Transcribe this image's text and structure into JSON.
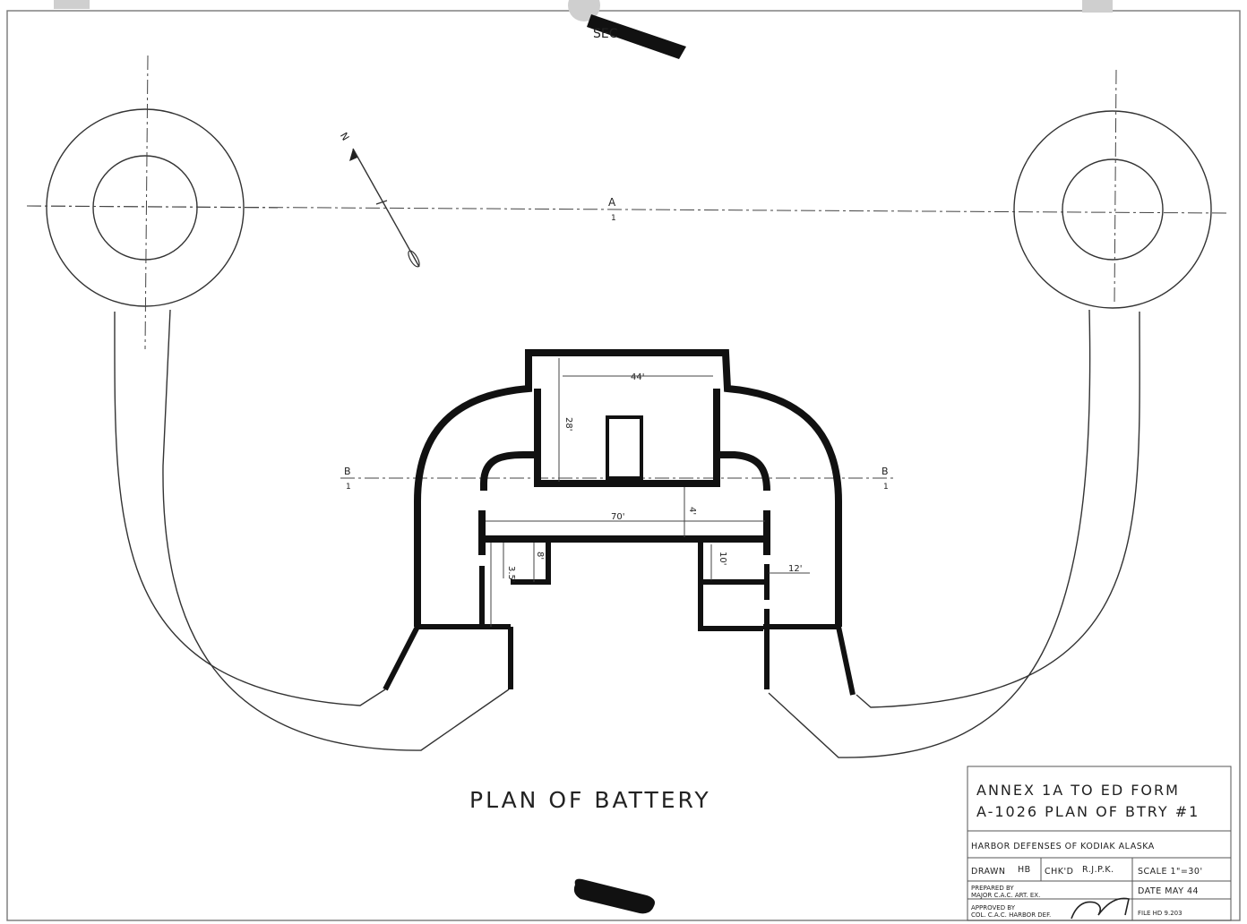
{
  "drawing": {
    "stamp_partial": "SEC",
    "title": "PLAN OF BATTERY",
    "north_label": "N",
    "section_markers": {
      "a_letter": "A",
      "a_number": "1",
      "b_letter": "B",
      "b_number": "1"
    },
    "dimensions": {
      "block_width": "44'",
      "block_depth": "28'",
      "corridor_length": "70'",
      "corridor_depth": "4'",
      "room_depth": "10'",
      "room_width": "12'",
      "left_small_a": "8'",
      "left_small_b": "3.5'"
    }
  },
  "title_block": {
    "annex_line1": "ANNEX 1A TO ED FORM",
    "annex_line2": "A-1026 PLAN OF BTRY #1",
    "harbor": "HARBOR DEFENSES OF KODIAK ALASKA",
    "drawn": "DRAWN",
    "drawn_initials": "HB",
    "checked": "CHK'D",
    "checked_initials": "R.J.P.K.",
    "scale": "SCALE 1\"=30'",
    "prepared": "PREPARED BY",
    "prepared_sub": "MAJOR C.A.C. ART. EX.",
    "date": "DATE MAY 44",
    "approved": "APPROVED BY",
    "approved_sub": "COL. C.A.C. HARBOR DEF.",
    "file": "FILE HD 9.203"
  }
}
